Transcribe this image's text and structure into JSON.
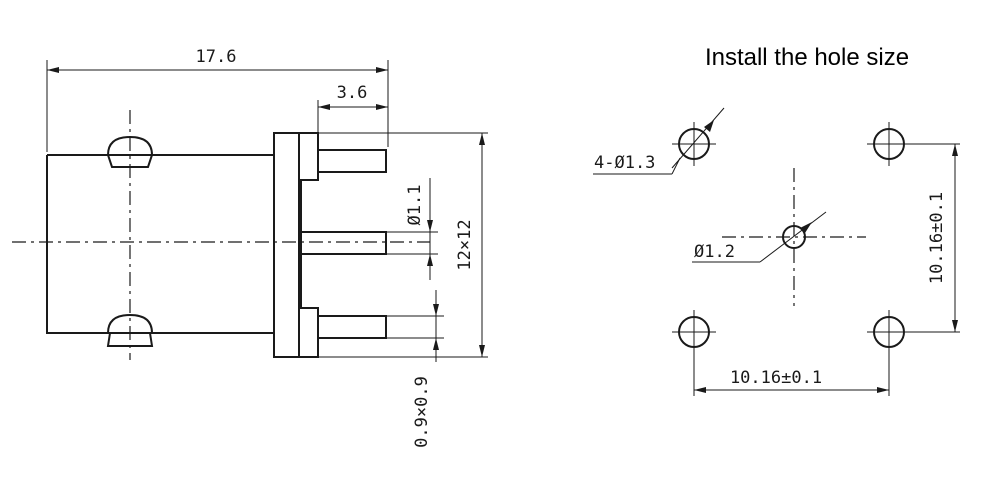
{
  "title": "Install the hole size",
  "side_view": {
    "overall_length": "17.6",
    "pin_length": "3.6",
    "center_pin_dia": "Ø1.1",
    "body_size": "12×12",
    "pin_size": "0.9×0.9"
  },
  "hole_pattern": {
    "corner_holes": "4-Ø1.3",
    "center_hole": "Ø1.2",
    "h_spacing": "10.16±0.1",
    "v_spacing": "10.16±0.1"
  }
}
